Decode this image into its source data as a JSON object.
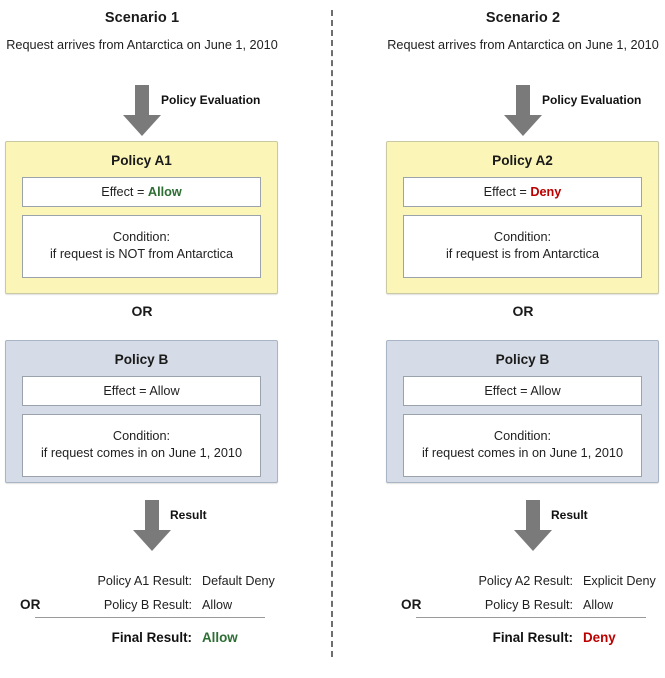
{
  "diagram": {
    "divider": "dashed-vertical-divider",
    "arrow_color": "#7a7a7a",
    "allow_color": "#2d6e33",
    "deny_color": "#bb0000",
    "policy_a_box_color": "#fbf5b7",
    "policy_b_box_color": "#d6dce7"
  },
  "scenarios": [
    {
      "title": "Scenario 1",
      "subtitle": "Request arrives from Antarctica on June 1, 2010",
      "eval_arrow_label": "Policy Evaluation",
      "policy_a": {
        "name": "Policy A1",
        "effect_prefix": "Effect = ",
        "effect_value": "Allow",
        "effect_state": "allow",
        "condition_title": "Condition:",
        "condition_text": "if request is NOT from Antarctica"
      },
      "or_label": "OR",
      "policy_b": {
        "name": "Policy B",
        "effect_prefix": "Effect = ",
        "effect_value": "Allow",
        "effect_state": "plain",
        "condition_title": "Condition:",
        "condition_text": "if request comes in on June 1, 2010"
      },
      "result_arrow_label": "Result",
      "results": {
        "or_label": "OR",
        "rows": [
          {
            "label": "Policy A1 Result:",
            "value": "Default Deny"
          },
          {
            "label": "Policy B Result:",
            "value": "Allow"
          }
        ],
        "final_label": "Final Result:",
        "final_value": "Allow",
        "final_state": "allow"
      }
    },
    {
      "title": "Scenario 2",
      "subtitle": "Request arrives from Antarctica on June 1, 2010",
      "eval_arrow_label": "Policy Evaluation",
      "policy_a": {
        "name": "Policy A2",
        "effect_prefix": "Effect = ",
        "effect_value": "Deny",
        "effect_state": "deny",
        "condition_title": "Condition:",
        "condition_text": "if request is from Antarctica"
      },
      "or_label": "OR",
      "policy_b": {
        "name": "Policy B",
        "effect_prefix": "Effect = ",
        "effect_value": "Allow",
        "effect_state": "plain",
        "condition_title": "Condition:",
        "condition_text": "if request comes in on June 1, 2010"
      },
      "result_arrow_label": "Result",
      "results": {
        "or_label": "OR",
        "rows": [
          {
            "label": "Policy A2 Result:",
            "value": "Explicit Deny"
          },
          {
            "label": "Policy B Result:",
            "value": "Allow"
          }
        ],
        "final_label": "Final Result:",
        "final_value": "Deny",
        "final_state": "deny"
      }
    }
  ]
}
